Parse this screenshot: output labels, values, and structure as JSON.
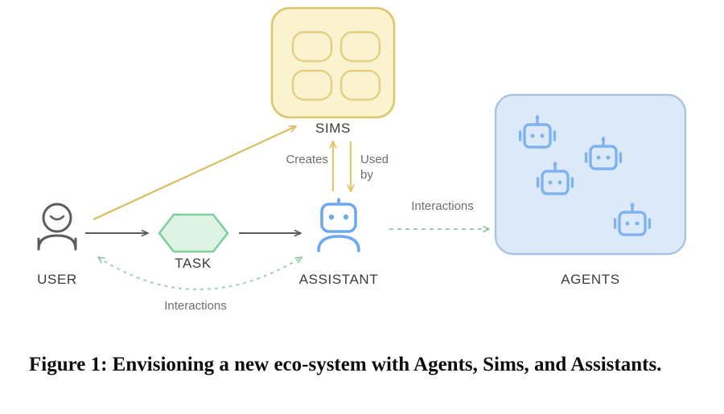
{
  "figure": {
    "caption": "Figure 1: Envisioning a new eco-system with Agents, Sims, and Assistants.",
    "background_color": "#ffffff"
  },
  "nodes": [
    {
      "id": "user",
      "label": "USER",
      "icon": "person-icon",
      "color": "#5c5c5c"
    },
    {
      "id": "task",
      "label": "TASK",
      "icon": "hexagon-icon",
      "color": "#7ccf9a",
      "fill": "#dff3e4"
    },
    {
      "id": "assistant",
      "label": "ASSISTANT",
      "icon": "assistant-robot-icon",
      "color": "#6fa8f0"
    },
    {
      "id": "sims",
      "label": "SIMS",
      "icon": "sims-container-icon",
      "color": "#dcc56a",
      "fill": "#fbf3d0",
      "item_count": 4
    },
    {
      "id": "agents",
      "label": "AGENTS",
      "icon": "agents-container-icon",
      "color": "#a9c4de",
      "fill": "#dce9f8",
      "robot_count": 4
    }
  ],
  "edges": [
    {
      "id": "user-to-task",
      "label": "",
      "from": "user",
      "to": "task",
      "style": "solid",
      "color": "#5a5a5a",
      "direction": "forward"
    },
    {
      "id": "task-to-assistant",
      "label": "",
      "from": "task",
      "to": "assistant",
      "style": "solid",
      "color": "#5a5a5a",
      "direction": "forward"
    },
    {
      "id": "user-to-sims",
      "label": "",
      "from": "user",
      "to": "sims",
      "style": "solid",
      "color": "#d9be64",
      "direction": "forward"
    },
    {
      "id": "assistant-to-sims",
      "label": "Creates",
      "from": "assistant",
      "to": "sims",
      "style": "solid",
      "color": "#e3c96f",
      "direction": "forward"
    },
    {
      "id": "sims-to-assistant",
      "label": "Used by",
      "from": "sims",
      "to": "assistant",
      "style": "solid",
      "color": "#e3c96f",
      "direction": "forward"
    },
    {
      "id": "assistant-to-agents",
      "label": "Interactions",
      "from": "assistant",
      "to": "agents",
      "style": "dashed",
      "color": "#9fc9b4",
      "direction": "forward"
    },
    {
      "id": "user-assistant-interactions",
      "label": "Interactions",
      "from": "user",
      "to": "assistant",
      "style": "dashed",
      "color": "#9fd3b4",
      "direction": "both"
    }
  ],
  "edge_labels": {
    "creates": "Creates",
    "used_by_line1": "Used",
    "used_by_line2": "by",
    "interactions_agents": "Interactions",
    "interactions_user": "Interactions"
  },
  "colors": {
    "sims_fill": "#fbf3d0",
    "sims_stroke": "#dcc56a",
    "agents_fill": "#dce9f8",
    "agents_stroke": "#a9c4de",
    "robot_blue": "#7fb3f0",
    "task_fill": "#dff3e4",
    "task_stroke": "#7ccf9a",
    "arrow_gray": "#5a5a5a",
    "arrow_yellow": "#e3c96f",
    "arrow_green_dashed": "#9fd3b4",
    "label_text": "#3b3b3b",
    "edge_label_text": "#6e6e6e"
  }
}
